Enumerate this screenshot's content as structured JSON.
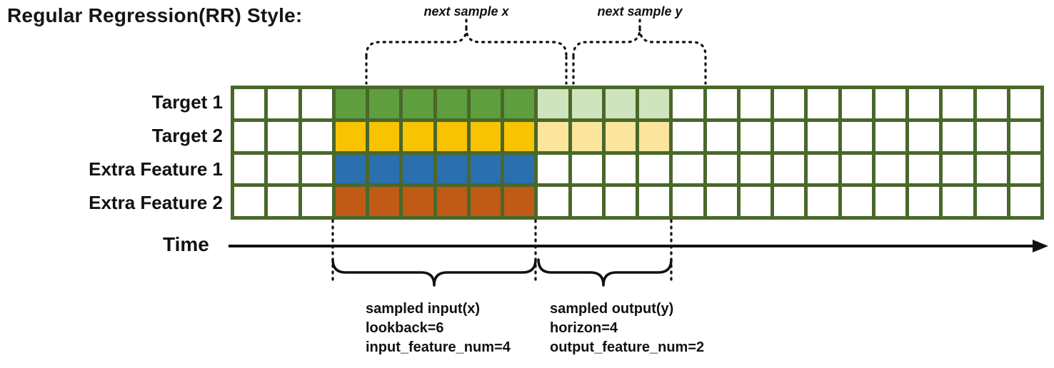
{
  "title": "Regular Regression(RR) Style:",
  "colors": {
    "grid_line": "#49682a",
    "cell_empty": "#ffffff",
    "annotation": "#111111"
  },
  "grid": {
    "columns": 24,
    "lookback_range": [
      3,
      8
    ],
    "horizon_range": [
      9,
      12
    ],
    "rows": [
      {
        "label": "Target 1",
        "lookback_color": "#5f9e3e",
        "horizon_color": "#cfe3bc"
      },
      {
        "label": "Target 2",
        "lookback_color": "#f7c303",
        "horizon_color": "#fbe49b"
      },
      {
        "label": "Extra Feature 1",
        "lookback_color": "#2c6fae",
        "horizon_color": null
      },
      {
        "label": "Extra Feature 2",
        "lookback_color": "#bf5a17",
        "horizon_color": null
      }
    ]
  },
  "annotations": {
    "next_sample_x": "next sample x",
    "next_sample_y": "next sample y",
    "time_label": "Time",
    "input_lines": [
      "sampled input(x)",
      "lookback=6",
      "input_feature_num=4"
    ],
    "output_lines": [
      "sampled output(y)",
      "horizon=4",
      "output_feature_num=2"
    ]
  }
}
